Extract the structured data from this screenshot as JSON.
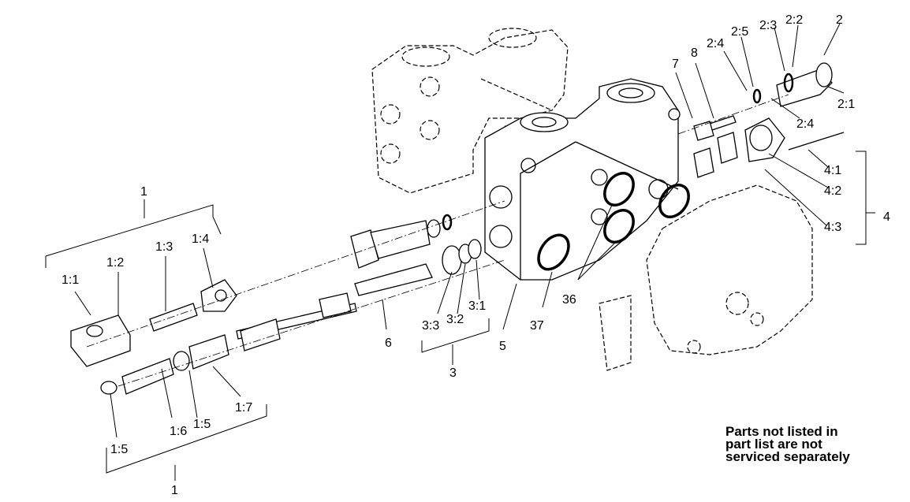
{
  "callouts": {
    "c1_top": "1",
    "c1_1": "1:1",
    "c1_2": "1:2",
    "c1_3": "1:3",
    "c1_4": "1:4",
    "c1_5a": "1:5",
    "c1_5b": "1:5",
    "c1_6": "1:6",
    "c1_7": "1:7",
    "c1_bottom": "1",
    "c6": "6",
    "c3_3": "3:3",
    "c3_2": "3:2",
    "c3_1": "3:1",
    "c3": "3",
    "c5": "5",
    "c37": "37",
    "c36": "36",
    "c7": "7",
    "c8": "8",
    "c2": "2",
    "c2_1": "2:1",
    "c2_2": "2:2",
    "c2_3": "2:3",
    "c2_4a": "2:4",
    "c2_4b": "2:4",
    "c2_5": "2:5",
    "c4": "4",
    "c4_1": "4:1",
    "c4_2": "4:2",
    "c4_3": "4:3"
  },
  "note": {
    "line1": "Parts not listed in",
    "line2": "part list are not",
    "line3": "serviced separately"
  }
}
